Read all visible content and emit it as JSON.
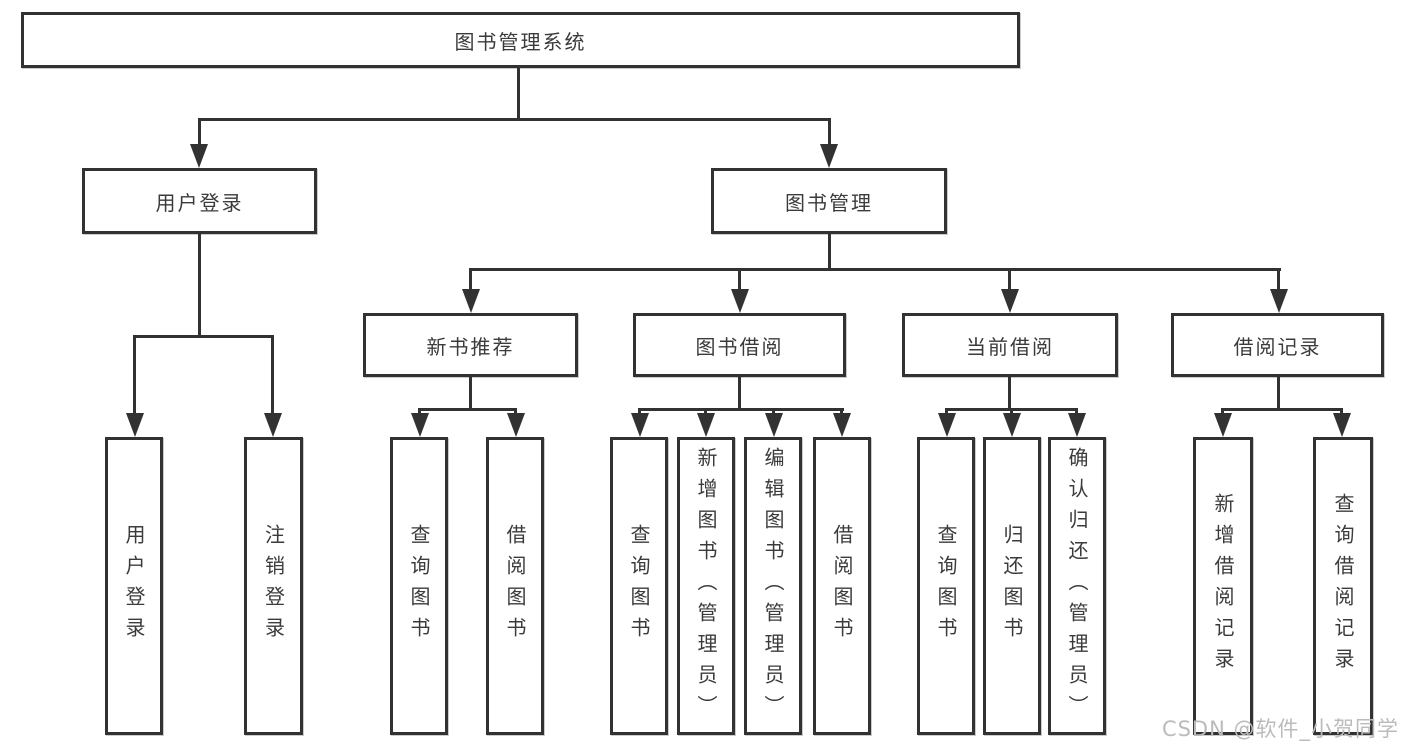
{
  "root": {
    "label": "图书管理系统"
  },
  "level1": {
    "user_login": {
      "label": "用户登录"
    },
    "book_mgmt": {
      "label": "图书管理"
    }
  },
  "level2": {
    "new_books": {
      "label": "新书推荐"
    },
    "book_borrow": {
      "label": "图书借阅"
    },
    "current_borrow": {
      "label": "当前借阅"
    },
    "borrow_records": {
      "label": "借阅记录"
    }
  },
  "leaves": {
    "user_login": [
      "用户登录",
      "注销登录"
    ],
    "new_books": [
      "查询图书",
      "借阅图书"
    ],
    "book_borrow": [
      "查询图书",
      "新增图书（管理员）",
      "编辑图书（管理员）",
      "借阅图书"
    ],
    "current_borrow": [
      "查询图书",
      "归还图书",
      "确认归还（管理员）"
    ],
    "borrow_records": [
      "新增借阅记录",
      "查询借阅记录"
    ]
  },
  "watermark": "CSDN @软件_小贺同学",
  "colors": {
    "line": "#323232",
    "text": "#3b3b3b",
    "watermark": "#bdbaba",
    "background": "#ffffff"
  }
}
